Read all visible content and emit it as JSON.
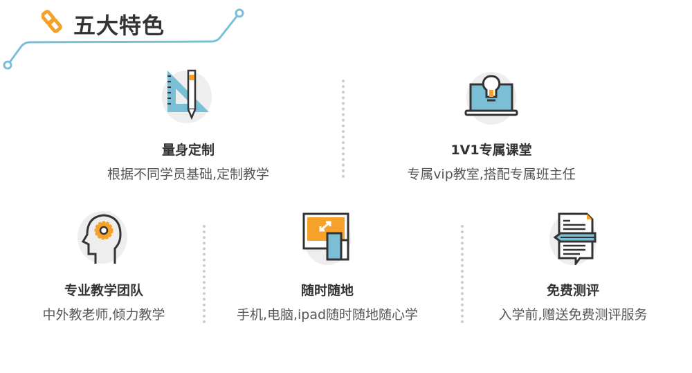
{
  "header": {
    "title": "五大特色",
    "icon": "chain-link-icon"
  },
  "colors": {
    "accent": "#f5a12a",
    "line": "#7bbfd6",
    "dark": "#333333"
  },
  "features": [
    {
      "title": "量身定制",
      "desc": "根据不同学员基础,定制教学",
      "icon": "ruler-pencil-icon"
    },
    {
      "title": "1V1专属课堂",
      "desc": "专属vip教室,搭配专属班主任",
      "icon": "laptop-lightbulb-icon"
    },
    {
      "title": "专业教学团队",
      "desc": "中外教老师,倾力教学",
      "icon": "head-gear-icon"
    },
    {
      "title": "随时随地",
      "desc": "手机,电脑,ipad随时随地随心学",
      "icon": "devices-icon"
    },
    {
      "title": "免费测评",
      "desc": "入学前,赠送免费测评服务",
      "icon": "document-pen-icon"
    }
  ]
}
